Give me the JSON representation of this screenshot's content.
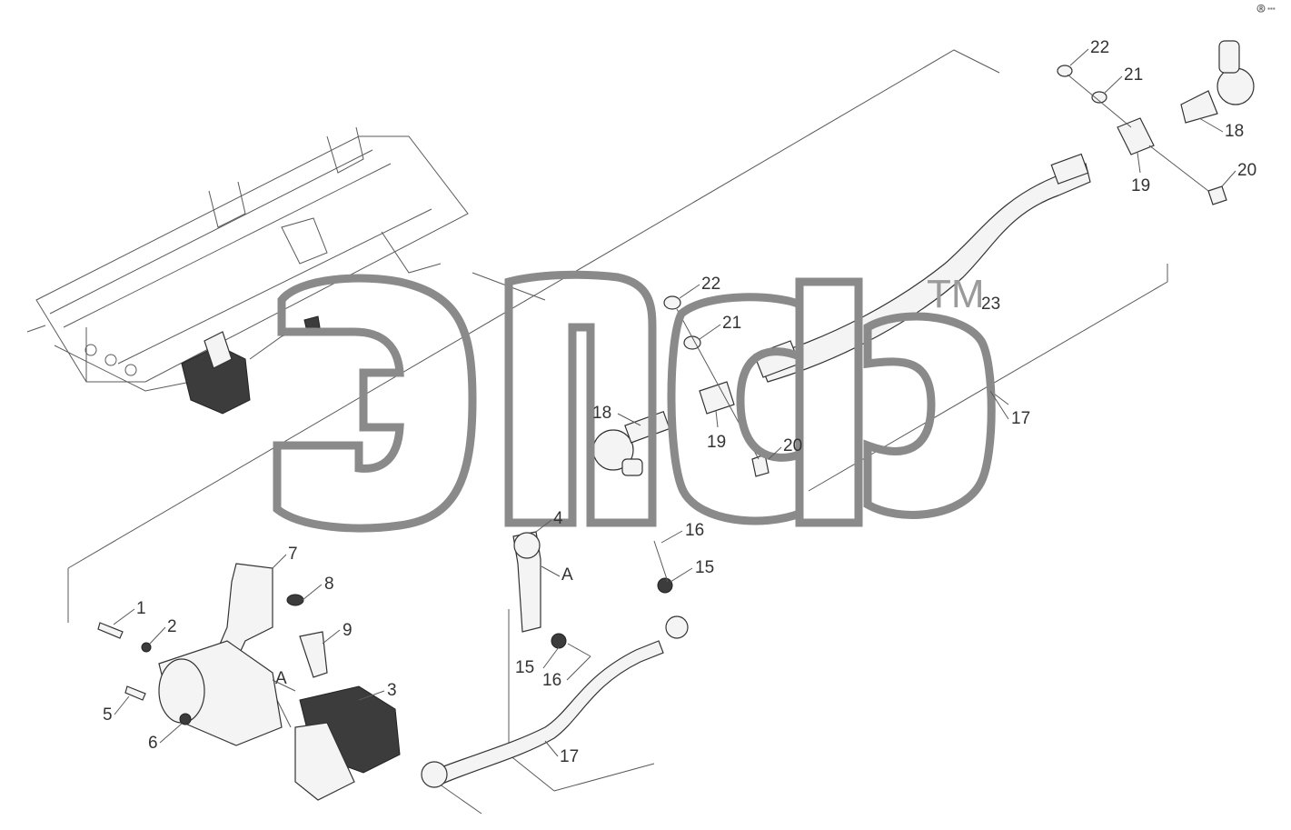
{
  "diagram": {
    "corner_mark": "®️ ▪▪▪",
    "watermark": {
      "trademark": "TM"
    },
    "callouts": [
      {
        "id": "c1",
        "text": "1"
      },
      {
        "id": "c2",
        "text": "2"
      },
      {
        "id": "c3",
        "text": "3"
      },
      {
        "id": "c4",
        "text": "4"
      },
      {
        "id": "c5",
        "text": "5"
      },
      {
        "id": "c6",
        "text": "6"
      },
      {
        "id": "c7",
        "text": "7"
      },
      {
        "id": "c8",
        "text": "8"
      },
      {
        "id": "c9",
        "text": "9"
      },
      {
        "id": "c15a",
        "text": "15"
      },
      {
        "id": "c15b",
        "text": "15"
      },
      {
        "id": "c16a",
        "text": "16"
      },
      {
        "id": "c16b",
        "text": "16"
      },
      {
        "id": "c17a",
        "text": "17"
      },
      {
        "id": "c17b",
        "text": "17"
      },
      {
        "id": "c18a",
        "text": "18"
      },
      {
        "id": "c18b",
        "text": "18"
      },
      {
        "id": "c19a",
        "text": "19"
      },
      {
        "id": "c19b",
        "text": "19"
      },
      {
        "id": "c20a",
        "text": "20"
      },
      {
        "id": "c20b",
        "text": "20"
      },
      {
        "id": "c21a",
        "text": "21"
      },
      {
        "id": "c21b",
        "text": "21"
      },
      {
        "id": "c22a",
        "text": "22"
      },
      {
        "id": "c22b",
        "text": "22"
      },
      {
        "id": "c23",
        "text": "23"
      },
      {
        "id": "cA1",
        "text": "A"
      },
      {
        "id": "cA2",
        "text": "A"
      }
    ]
  }
}
